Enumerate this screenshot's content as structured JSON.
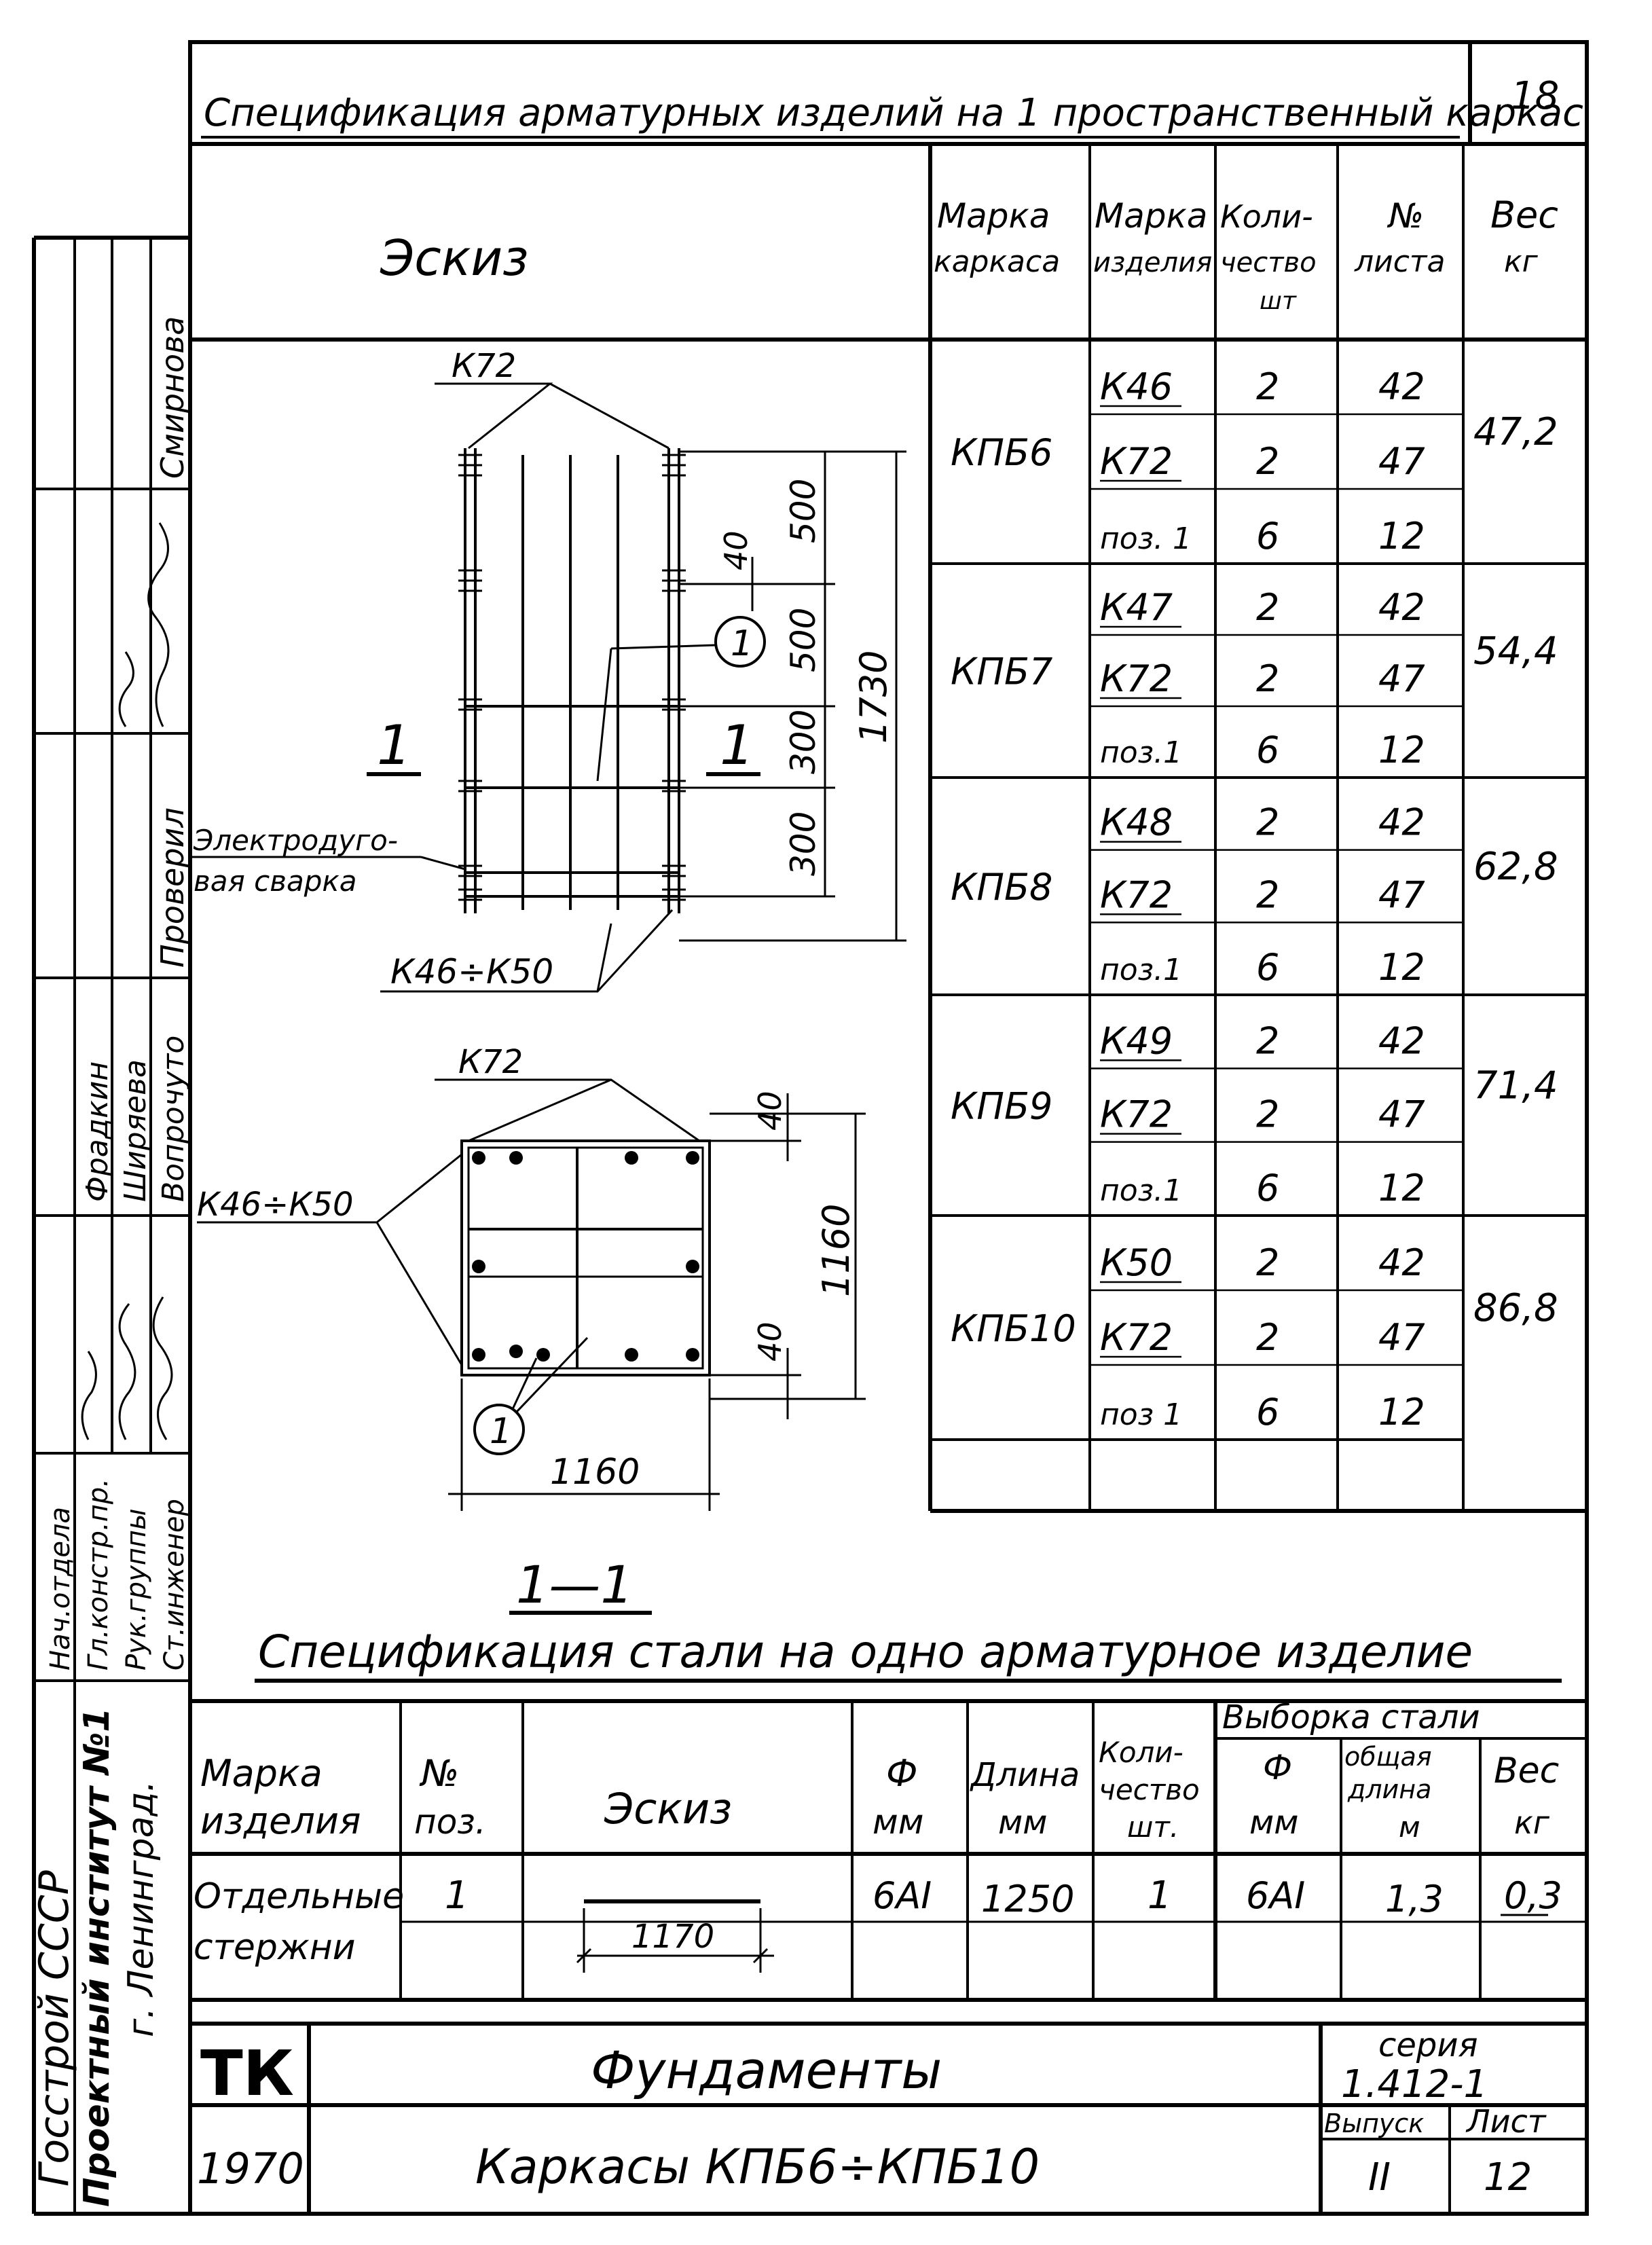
{
  "page_number": "18",
  "top_title": "Спецификация арматурных изделий на 1 пространственный каркас",
  "spec_table": {
    "headers": {
      "sketch": "Эскиз",
      "frame_mark": [
        "Марка",
        "каркаса"
      ],
      "item_mark": [
        "Марка",
        "изделия"
      ],
      "quantity": [
        "Коли-",
        "чество",
        "шт"
      ],
      "sheet_no": [
        "№",
        "листа"
      ],
      "weight": [
        "Вес",
        "кг"
      ]
    },
    "groups": [
      {
        "frame": "КПБ6",
        "weight": "47,2",
        "rows": [
          {
            "item": "К46",
            "qty": "2",
            "sheet": "42"
          },
          {
            "item": "К72",
            "qty": "2",
            "sheet": "47"
          },
          {
            "item": "поз. 1",
            "qty": "6",
            "sheet": "12"
          }
        ]
      },
      {
        "frame": "КПБ7",
        "weight": "54,4",
        "rows": [
          {
            "item": "К47",
            "qty": "2",
            "sheet": "42"
          },
          {
            "item": "К72",
            "qty": "2",
            "sheet": "47"
          },
          {
            "item": "поз.1",
            "qty": "6",
            "sheet": "12"
          }
        ]
      },
      {
        "frame": "КПБ8",
        "weight": "62,8",
        "rows": [
          {
            "item": "К48",
            "qty": "2",
            "sheet": "42"
          },
          {
            "item": "К72",
            "qty": "2",
            "sheet": "47"
          },
          {
            "item": "поз.1",
            "qty": "6",
            "sheet": "12"
          }
        ]
      },
      {
        "frame": "КПБ9",
        "weight": "71,4",
        "rows": [
          {
            "item": "К49",
            "qty": "2",
            "sheet": "42"
          },
          {
            "item": "К72",
            "qty": "2",
            "sheet": "47"
          },
          {
            "item": "поз.1",
            "qty": "6",
            "sheet": "12"
          }
        ]
      },
      {
        "frame": "КПБ10",
        "weight": "86,8",
        "rows": [
          {
            "item": "К50",
            "qty": "2",
            "sheet": "42"
          },
          {
            "item": "К72",
            "qty": "2",
            "sheet": "47"
          },
          {
            "item": "поз 1",
            "qty": "6",
            "sheet": "12"
          }
        ]
      }
    ]
  },
  "drawing": {
    "elevation_top_mark": "К72",
    "elevation_bottom_mark": "К46÷К50",
    "weld_note": [
      "Электродуго-",
      "вая сварка"
    ],
    "section_mark_left": "1",
    "section_mark_right": "1",
    "position_bubble": "1",
    "dims_right": [
      "500",
      "500",
      "300",
      "300"
    ],
    "dim_total": "1730",
    "dim_offset": "40",
    "plan_top_mark": "К72",
    "plan_left_mark": "К46÷К50",
    "plan_dim_offset_top": "40",
    "plan_dim_offset_bottom": "40",
    "plan_dim_height": "1160",
    "plan_dim_width": "1160",
    "plan_bubble": "1",
    "section_label": "1—1"
  },
  "steel_title": "Спецификация стали на одно арматурное изделие",
  "steel_table": {
    "headers": {
      "item_mark": [
        "Марка",
        "изделия"
      ],
      "pos_no": [
        "№",
        "поз."
      ],
      "sketch": "Эскиз",
      "diameter": [
        "Ф",
        "мм"
      ],
      "length": [
        "Длина",
        "мм"
      ],
      "quantity": [
        "Коли-",
        "чество",
        "шт."
      ],
      "selection": "Выборка стали",
      "sel_diameter": [
        "Ф",
        "мм"
      ],
      "sel_total_length": [
        "общая",
        "длина",
        "м"
      ],
      "sel_weight": [
        "Вес",
        "кг"
      ]
    },
    "row": {
      "item_mark": [
        "Отдельные",
        "стержни"
      ],
      "pos_no": "1",
      "sketch_dim": "1170",
      "diameter": "6АI",
      "length": "1250",
      "quantity": "1",
      "sel_diameter": "6АI",
      "sel_total_length": "1,3",
      "sel_weight": "0,3"
    }
  },
  "title_block": {
    "code": "ТК",
    "year": "1970",
    "title": "Фундаменты",
    "subtitle": "Каркасы КПБ6÷КПБ10",
    "series_label": "серия",
    "series_value": "1.412-1",
    "issue_label": "Выпуск",
    "issue_value": "II",
    "sheet_label": "Лист",
    "sheet_value": "12"
  },
  "side_stamp": {
    "org": [
      "Госстрой СССР",
      "Проектный институт №1",
      "г. Ленинград."
    ],
    "roles": [
      "Нач.отдела",
      "Гл.констр.пр.",
      "Рук.группы",
      "Ст.инженер"
    ],
    "names": [
      "Фрадкин",
      "Ширяева",
      "Вопрочуто"
    ],
    "checked_label": "Проверил",
    "checked_name": "Смирнова"
  }
}
